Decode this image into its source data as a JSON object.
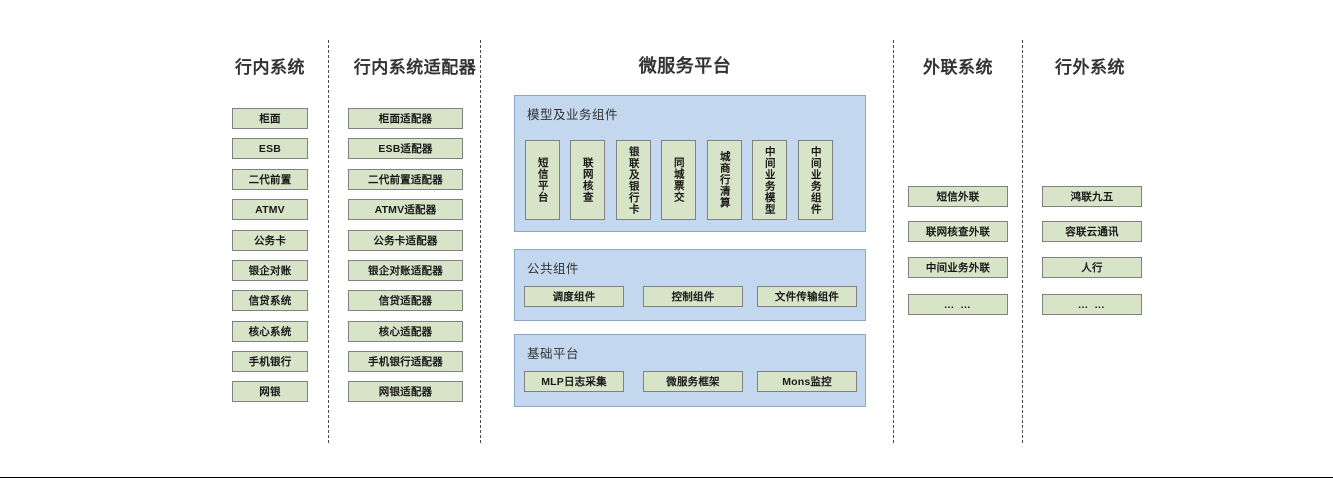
{
  "diagram": {
    "columns": [
      {
        "id": "inhouse-systems",
        "title": "行内系统",
        "items": [
          "柜面",
          "ESB",
          "二代前置",
          "ATMV",
          "公务卡",
          "银企对账",
          "信贷系统",
          "核心系统",
          "手机银行",
          "网银"
        ]
      },
      {
        "id": "inhouse-adapters",
        "title": "行内系统适配器",
        "items": [
          "柜面适配器",
          "ESB适配器",
          "二代前置适配器",
          "ATMV适配器",
          "公务卡适配器",
          "银企对账适配器",
          "信贷适配器",
          "核心适配器",
          "手机银行适配器",
          "网银适配器"
        ]
      },
      {
        "id": "external-link-systems",
        "title": "外联系统",
        "items": [
          "短信外联",
          "联网核查外联",
          "中间业务外联",
          "… …"
        ]
      },
      {
        "id": "outside-bank-systems",
        "title": "行外系统",
        "items": [
          "鸿联九五",
          "容联云通讯",
          "人行",
          "… …"
        ]
      }
    ],
    "platform": {
      "title": "微服务平台",
      "panels": [
        {
          "id": "model-business-components",
          "title": "模型及业务组件",
          "orientation": "vertical",
          "items": [
            "短信平台",
            "联网核查",
            "银联及银行卡",
            "同城票交",
            "城商行清算",
            "中间业务模型",
            "中间业务组件"
          ]
        },
        {
          "id": "public-components",
          "title": "公共组件",
          "orientation": "horizontal",
          "items": [
            "调度组件",
            "控制组件",
            "文件传输组件"
          ]
        },
        {
          "id": "base-platform",
          "title": "基础平台",
          "orientation": "horizontal",
          "items": [
            "MLP日志采集",
            "微服务框架",
            "Mons监控"
          ]
        }
      ]
    },
    "colors": {
      "node_fill": "#d8e4c8",
      "node_border": "#808080",
      "panel_fill": "#c3d7ee",
      "panel_border": "#8aa8c8",
      "text": "#333333",
      "separator": "#4d4d4d"
    }
  }
}
